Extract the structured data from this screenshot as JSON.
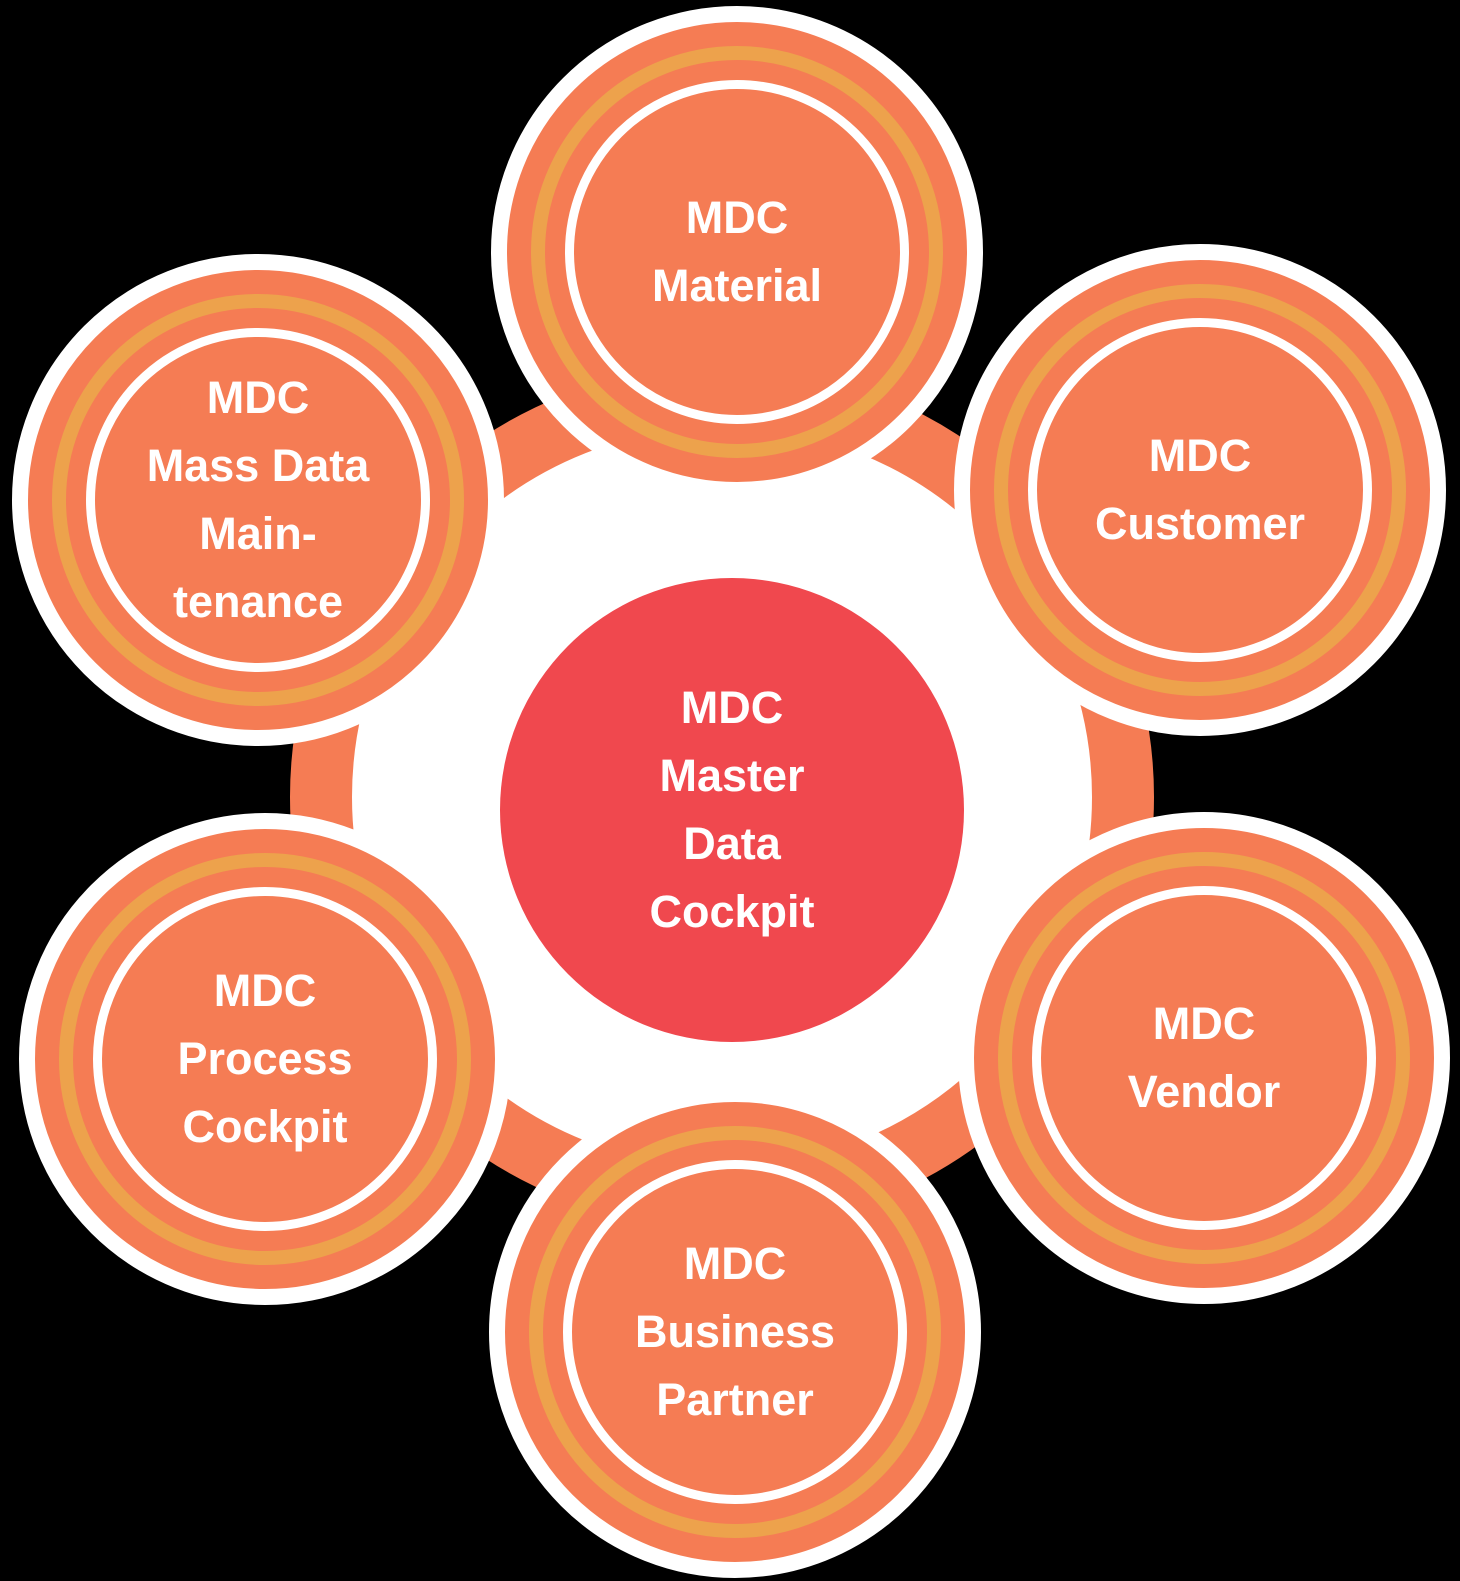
{
  "colors": {
    "background": "#000000",
    "node_fill": "#F57C54",
    "node_border": "#FFFFFF",
    "gold_ring": "#EDA24C",
    "inner_ring": "#FFFFFF",
    "orbit_ring": "#F57C54",
    "backdrop_disk": "#FFFFFF",
    "hub_fill": "#F0484E",
    "text": "#FFFFFF"
  },
  "hub": {
    "lines": [
      "MDC",
      "Master",
      "Data",
      "Cockpit"
    ]
  },
  "nodes": [
    {
      "id": "material",
      "lines": [
        "MDC",
        "Material"
      ]
    },
    {
      "id": "customer",
      "lines": [
        "MDC",
        "Customer"
      ]
    },
    {
      "id": "vendor",
      "lines": [
        "MDC",
        "Vendor"
      ]
    },
    {
      "id": "business-partner",
      "lines": [
        "MDC",
        "Business",
        "Partner"
      ]
    },
    {
      "id": "process-cockpit",
      "lines": [
        "MDC",
        "Process",
        "Cockpit"
      ]
    },
    {
      "id": "mass-data-maintenance",
      "lines": [
        "MDC",
        "Mass Data",
        "Main-",
        "tenance"
      ]
    }
  ]
}
